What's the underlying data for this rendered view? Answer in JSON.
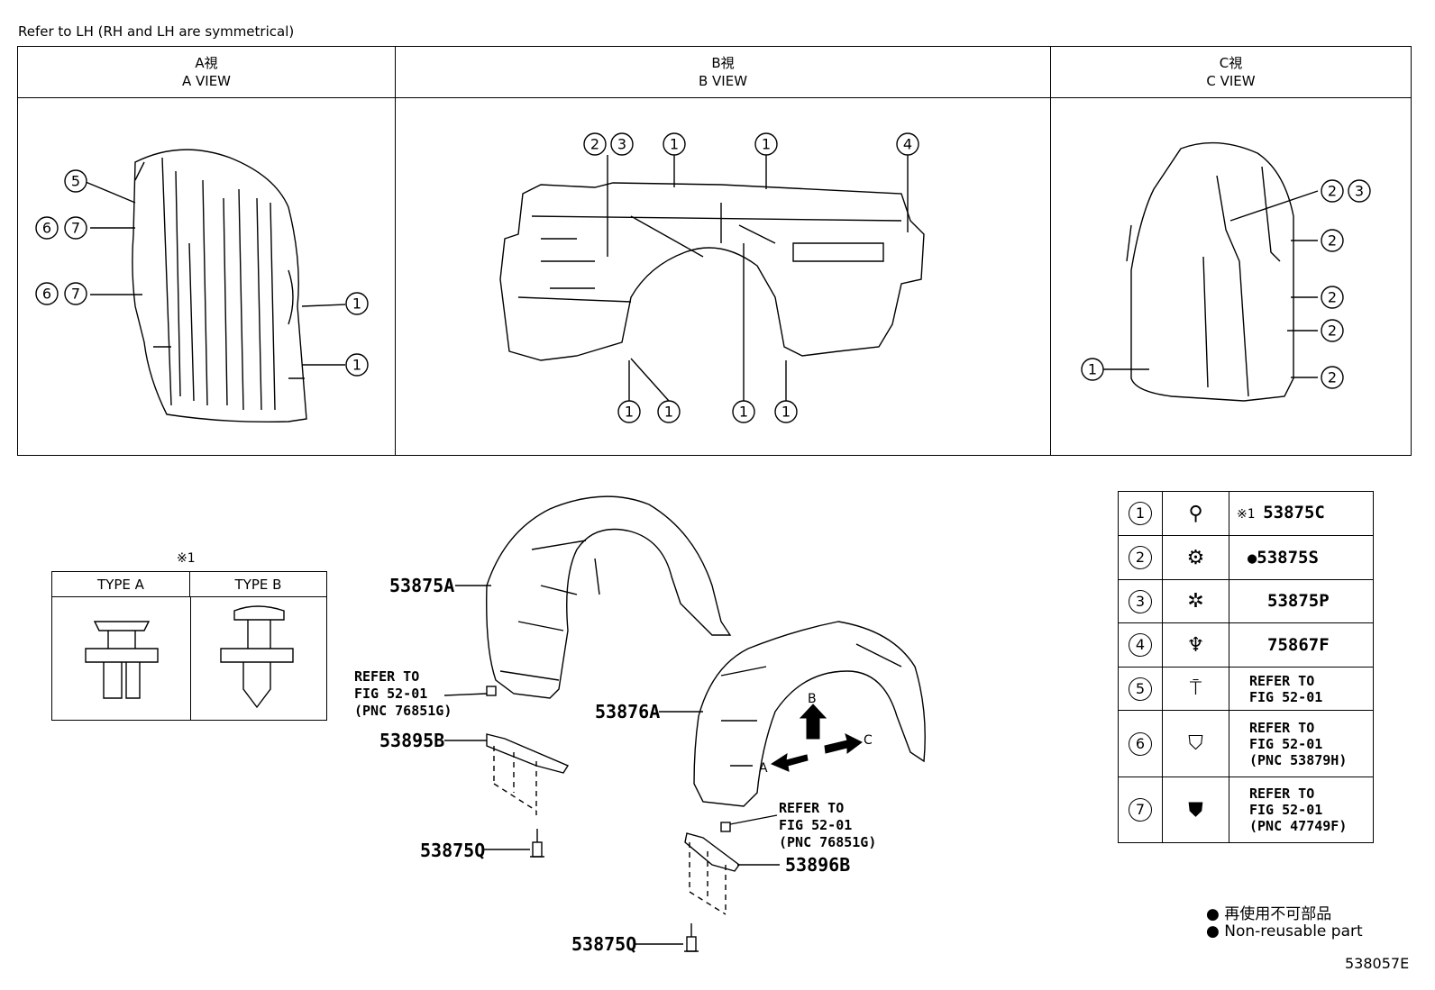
{
  "note": "Refer to LH (RH and LH are symmetrical)",
  "views": [
    {
      "jp": "A視",
      "en": "A VIEW"
    },
    {
      "jp": "B視",
      "en": "B VIEW"
    },
    {
      "jp": "C視",
      "en": "C VIEW"
    }
  ],
  "callouts": {
    "a_view": [
      "5",
      "6",
      "7",
      "6",
      "7",
      "1",
      "1"
    ],
    "b_view": [
      "2",
      "3",
      "1",
      "1",
      "4",
      "1",
      "1",
      "1",
      "1"
    ],
    "c_view": [
      "2",
      "3",
      "2",
      "2",
      "2",
      "1",
      "2"
    ]
  },
  "type_box": {
    "mark": "※1",
    "type_a": "TYPE A",
    "type_b": "TYPE B"
  },
  "parts": {
    "p53875A": "53875A",
    "p53876A": "53876A",
    "p53895B": "53895B",
    "p53896B": "53896B",
    "p53875Q_1": "53875Q",
    "p53875Q_2": "53875Q",
    "ref1": [
      "REFER TO",
      "FIG 52-01",
      "(PNC 76851G)"
    ],
    "ref2": [
      "REFER TO",
      "FIG 52-01",
      "(PNC 76851G)"
    ],
    "arrow_a": "A",
    "arrow_b": "B",
    "arrow_c": "C"
  },
  "legend": [
    {
      "num": "1",
      "icon": "clip-icon",
      "mark": "※1",
      "text": [
        "53875C"
      ]
    },
    {
      "num": "2",
      "icon": "screw-grommet-icon",
      "mark": "●",
      "text": [
        "53875S"
      ]
    },
    {
      "num": "3",
      "icon": "screw-icon",
      "mark": "",
      "text": [
        "53875P"
      ]
    },
    {
      "num": "4",
      "icon": "push-clip-icon",
      "mark": "",
      "text": [
        "75867F"
      ]
    },
    {
      "num": "5",
      "icon": "rivet-icon",
      "mark": "",
      "text": [
        "REFER TO",
        "FIG 52-01"
      ]
    },
    {
      "num": "6",
      "icon": "nut-clip-icon",
      "mark": "",
      "text": [
        "REFER TO",
        "FIG 52-01",
        "(PNC 53879H)"
      ]
    },
    {
      "num": "7",
      "icon": "retainer-icon",
      "mark": "",
      "text": [
        "REFER TO",
        "FIG 52-01",
        "(PNC 47749F)"
      ]
    }
  ],
  "footer": {
    "jp": "再使用不可部品",
    "en": "Non-reusable part",
    "code": "538057E"
  }
}
